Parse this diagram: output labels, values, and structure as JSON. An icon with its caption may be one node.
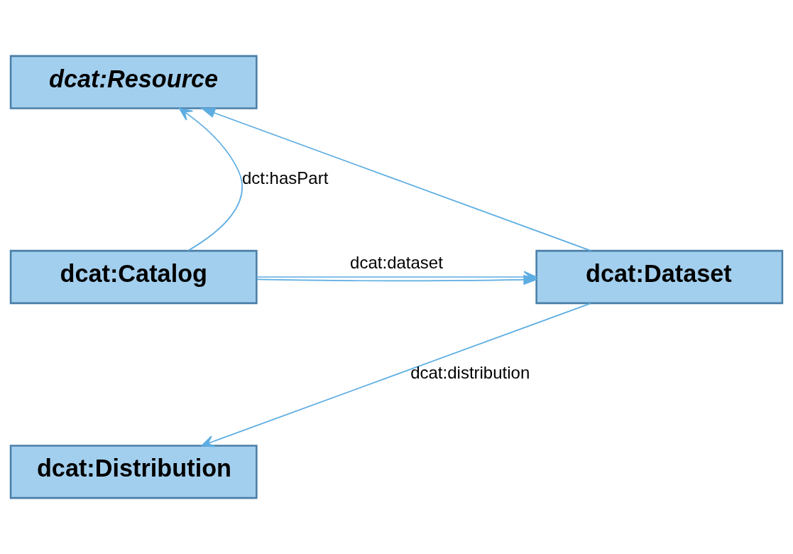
{
  "diagram": {
    "nodes": [
      {
        "text": [
          "dcat:Resource"
        ]
      },
      {
        "text": [
          "dcat:Catalog"
        ]
      },
      {
        "text": [
          "dcat:Dataset"
        ]
      },
      {
        "text": [
          "dcat:Distribution"
        ]
      }
    ],
    "edges": [
      {
        "from": 1,
        "to": 0,
        "arrow": "to",
        "label": "dct:hasPart"
      },
      {
        "from": 1,
        "to": 2,
        "arrow": "to",
        "label": "dcat:dataset"
      },
      {
        "from": 1,
        "to": 2,
        "arrow": "to"
      },
      {
        "from": 2,
        "to": 0,
        "arrow": "to"
      },
      {
        "from": 2,
        "to": 3,
        "arrow": "to",
        "label": "dcat:distribution"
      }
    ]
  }
}
